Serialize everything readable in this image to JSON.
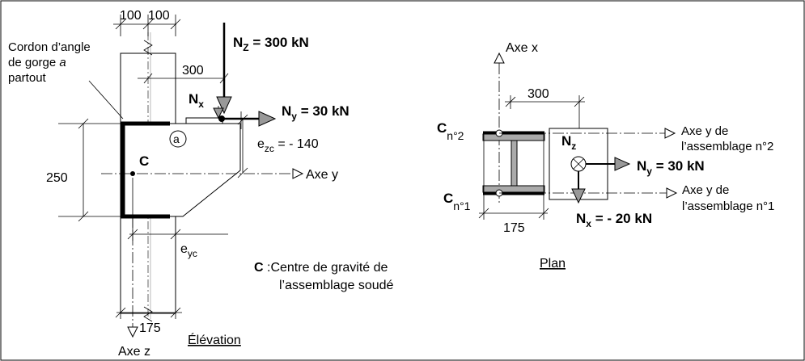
{
  "elevation": {
    "dim_100_a": "100",
    "dim_100_b": "100",
    "dim_300": "300",
    "dim_250": "250",
    "dim_175": "175",
    "weld_note_l1": "Cordon d’angle",
    "weld_note_l2": "de gorge",
    "weld_note_a": "a",
    "weld_note_l3": "partout",
    "nz_main": "N",
    "nz_sub": "Z",
    "nz_value": " = 300 kN",
    "nx_main": "N",
    "nx_sub": "x",
    "ny_main": "N",
    "ny_sub": "y",
    "ny_value": " = 30 kN",
    "circle_label": "a",
    "c_label": "C",
    "ezc_main": "e",
    "ezc_sub": "zc",
    "ezc_value": " = - 140",
    "eyc_main": "e",
    "eyc_sub": "yc",
    "axe_y": "Axe y",
    "axe_z": "Axe z",
    "caption": "Élévation",
    "legend_c": "C",
    "legend_l1": " :Centre de gravité de",
    "legend_l2": "l’assemblage soudé"
  },
  "plan": {
    "axe_x": "Axe x",
    "dim_300": "300",
    "dim_175": "175",
    "c2_main": "C",
    "c2_sub": "n°2",
    "c1_main": "C",
    "c1_sub": "n°1",
    "nz_main": "N",
    "nz_sub": "z",
    "ny_main": "N",
    "ny_sub": "y",
    "ny_value": " = 30 kN",
    "nx_main": "N",
    "nx_sub": "x",
    "nx_value": " = - 20 kN",
    "axe_y2_l1": "Axe y de",
    "axe_y2_l2": "l’assemblage n°2",
    "axe_y1_l1": "Axe y de",
    "axe_y1_l2": "l’assemblage n°1",
    "caption": "Plan"
  }
}
